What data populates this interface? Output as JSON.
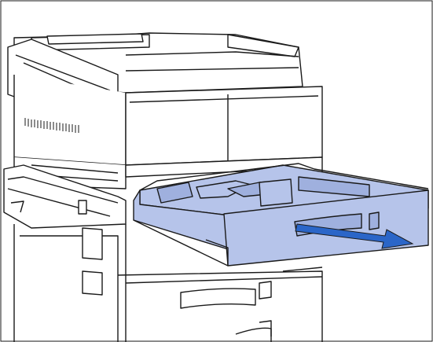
{
  "figure": {
    "colors": {
      "line": "#1a1a1a",
      "tray_fill": "#b6c4ea",
      "tray_shade": "#9fb0de",
      "arrow": "#2b66c8",
      "paper": "#ffffff"
    },
    "icons": [
      "printer-illustration",
      "paper-tray",
      "pull-direction-arrow"
    ]
  }
}
